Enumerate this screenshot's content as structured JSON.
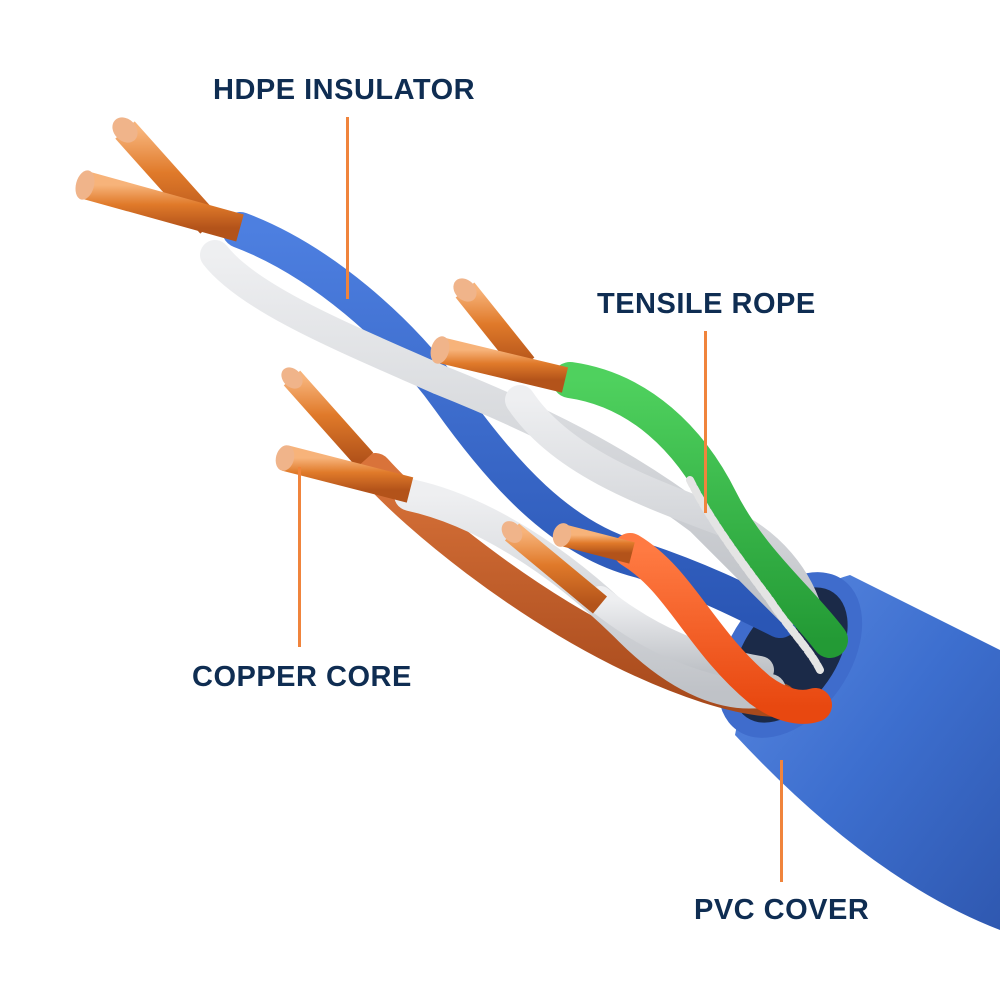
{
  "diagram": {
    "title": "Network cable cross-section",
    "colors": {
      "label_text": "#0f2d52",
      "leader_line": "#f0843c",
      "background": "#ffffff",
      "jacket_blue": "#3d6fcf",
      "jacket_blue_dark": "#2f58b0",
      "jacket_blue_light": "#5a88e0",
      "wire_blue": "#2f62c8",
      "wire_white": "#d6d8dc",
      "wire_green": "#33b545",
      "wire_orange": "#ff5a1f",
      "wire_brown": "#c8602a",
      "copper": "#e07a2a",
      "copper_light": "#f7b37a",
      "copper_dark": "#b3531a",
      "rope": "#e4e4e4"
    },
    "labels": [
      {
        "id": "hdpe-insulator",
        "text": "HDPE INSULATOR"
      },
      {
        "id": "tensile-rope",
        "text": "TENSILE ROPE"
      },
      {
        "id": "copper-core",
        "text": "COPPER CORE"
      },
      {
        "id": "pvc-cover",
        "text": "PVC COVER"
      }
    ]
  }
}
